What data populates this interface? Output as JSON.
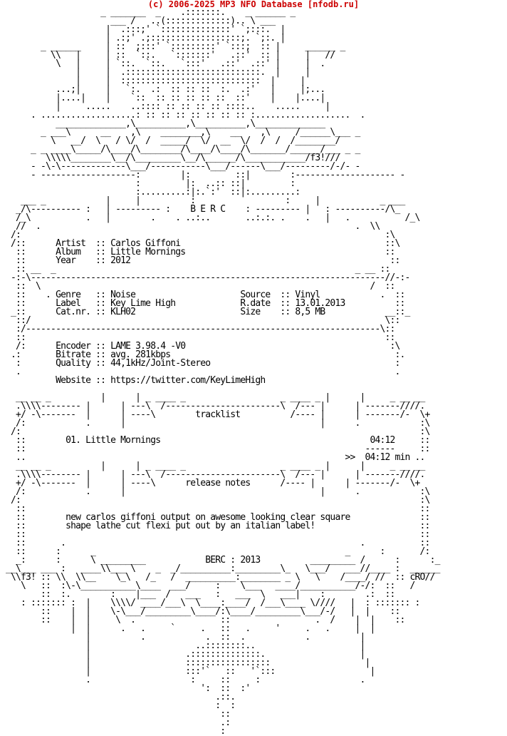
{
  "header": "(c) 2006-2025 MP3 NFO Database [nfodb.ru]",
  "nfo_lines": [
    "                   _ _______  _    .:::::::.    _ ______ _",
    "                     ___ /   ..(:::::::::::::).. \\ ___",
    "                    |  .:::;' `::::::::::::::' `;:::.  |",
    "                    | .:;' .;::::::::::::::::::;. `;:. |",
    "       _ ______     | ::  ;:::' `:::::::::' `:::;  :: |     ______ _",
    "         \\\\   |     | ::  `::.   `:::::::'   .::'  :: |     |   //",
    "          \\   |     | `::.  `::.   `:::'   .::'  .::' |     |  .",
    "              |     |  .:::::::::::::::::::::::::::.  |     |",
    "              |     |  ::::::::::::::::::::::::::::  |     |",
    "          ...;|     |   `:.  .:  :: :: ::  :.  .:'   |     |;...",
    "          |....|    |    `::  :: :: :: :: ::  ::'    |    |....|",
    "          |     .....    ..:::: :: :: :: :: ::::..    .....     |",
    "     . ...................: :: :: :: :: :: :: :: :...................  .",
    "          ______________,\\__________,\\__________,\\______________",
    "       _ ___\\      __    ,\\    ________,\\    __    ,\\     /______\\___ _",
    "         \\   __/  \\   / \\/  /  _____/  \\/  __  \\/  /  /  /________/",
    "     _ _ ____\\_____/\\____/\\________/\\____/\\____/\\_______/______/___ _ _",
    "        \\\\\\\\\\________\\__/\\_________\\__/\\______/\\____________/f3!///",
    "     - -\\-\\-------------\\___/-----------\\___/------\\___/---------/-/- -",
    "     - -------------------:        |:         ::|        :-------------------- -",
    "                          :         |:  ..:: ::|         :",
    "                          :.........:|:.`:'  ::|:.........:",
    "   ___ _            |     |          :                  :     |            _ ___",
    "  _/\\---------- :   | --------- :    B E R C    : --------- |   : ----------/\\_",
    "  /_\\           .   |        .    . ..:..       ..:.:. .    .   |   .           /_\\",
    "  //  .                                                               .  \\\\",
    " /:                                                                         :\\",
    " /::      Artist  :: Carlos Giffoni                                         ::\\",
    "  ::      Album   :: Little Mornings                                        ::",
    "  ::      Year    :: 2012                                                    ::",
    "  :: __  _                                                            _ __ ::",
    " -:-\\-----------------------------------------------------------------------//-:-",
    "  ::  \\                                                                  /  ::",
    "  ::    . Genre   :: Noise                     Source  :: Vinyl            .  ::",
    "  ::      Label   :: Key Lime High             R.date  :: 13.01.2013          ::",
    " _::      Cat.nr. :: KLH02                     Size    :: 8,5 MB            __::_",
    "  ::/                                                                       \\::",
    "  :/-----------------------------------------------------------------------\\::",
    "  ::                                                                        ::",
    "  /:      Encoder :: LAME 3.98.4 -V0                                         :\\",
    " .:       Bitrate :: avg. 281kbps                                             :.",
    "  :       Quality :: 44,1kHz/Joint-Stereo                                     :",
    "  .                                                                           .",
    "          Website :: https://twitter.com/KeyLimeHigh",
    "",
    "  __ __ _          |      | _ ____ _                   _ ____ _ |      |     _ __ __",
    "  .\\\\\\\\-------- |      | ---\\  /-----------------------\\  /--- |      | -------////.",
    "  +/ -\\-------  |      | ----\\        tracklist          /---- |      | -------/-  \\+",
    "  /:            .      |                                       |      .            :\\",
    " /:                                                                                :\\",
    "  ::        01. Little Mornings                                          04:12     ::",
    "  ::                                                                    ------     ::",
    "  ..                                                                >>  04:12 min ..",
    "  __ __ _          |      | _ ____ _                   _ ____ _ |      |     _ __ __",
    "  .\\\\\\\\-------- |      | ---\\  /-----------------------\\  /--- |      | -------////.",
    "  +/ -\\-------  |      | ----\\      release notes      /---- |      | -------/-  \\+",
    "  /:            .      |                                       |      .            :\\",
    " /:                                                                                :\\",
    "  ::                                                                               ::",
    "  ::        new carlos giffoni output on awesome looking clear square              ::",
    "  ::        shape lathe cut flexi put out by an italian label!                     ::",
    "  ::                                                                               ::",
    "  ::       .                                                           .           ::",
    "  ::      :      _                                                  _      :       /:",
    "  _:      :      \\ _________            BERC : 2013          _________ /      :      :_",
    "__\\___ ___ :   ____\\\\___ \\    _  _/__________:_________\\_   \\___/   ___//____ :  ______",
    " \\\\f3! :: \\\\  \\\\__    \\_\\   /_   /  __________:________ _ \\   \\    /____/ //  :: cRO//",
    "   \\   ::  :\\-\\___________\\____  ___/     :    \\___   ____/___________/-/:  ::   /",
    "       ::  :.        :    |___  /   ___   :   ___  \\   ___|    :        .:  ::",
    "   : ::::::: :  |    \\\\\\\\/ ____/___\\  \\____:____/  /___\\____ \\////   |  : ::::::: :",
    "       ::    |  |    \\-\\___/_________\\____/:\\____/_________\\___/-/   |  |    ::",
    "       ::    |  |     \\  .                 ::                 .  /    |  |    ::",
    "             |  |      .   .     `     .   ::   .     '     .   .     |  |",
    "                |          .            .  ::  .            .          |",
    "                |                     ..::::::::..                     |",
    "                |                   .::::::::::::::.                   |",
    "                |                   :::::::::::::::::                   |",
    "                |                   :::'`   ::   '`:::                   |",
    "                .                    :     ::     :                    .",
    "                                       ':  ::  :'",
    "                                          .::.",
    "                                          :  :",
    "                                           ::",
    "                                           .:",
    "                                           :"
  ]
}
